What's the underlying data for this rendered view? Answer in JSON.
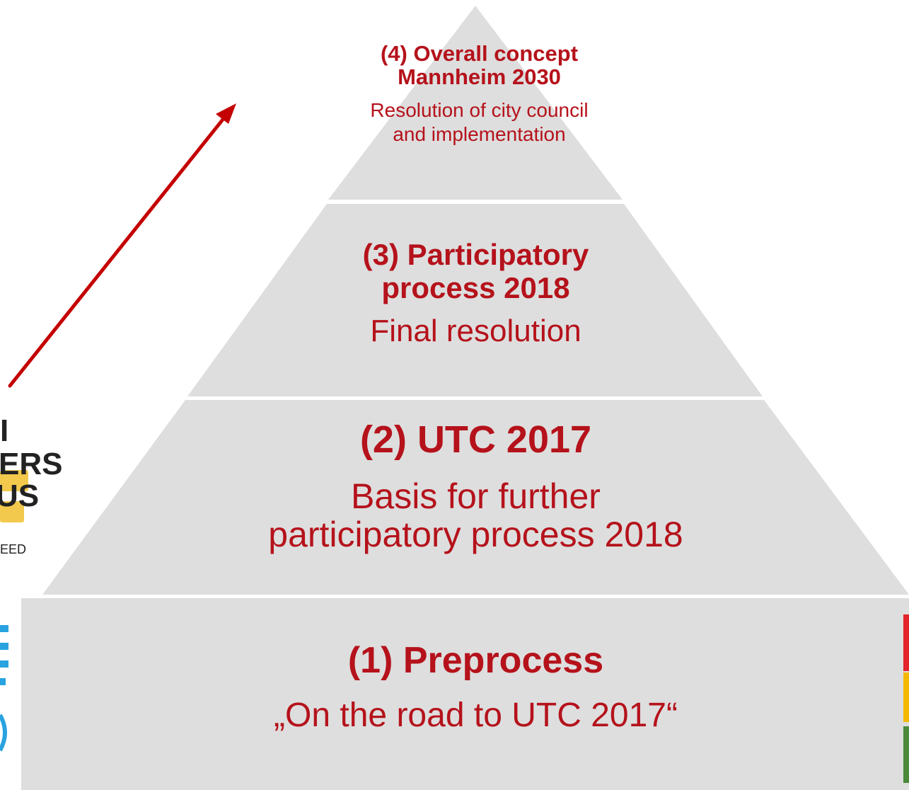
{
  "levels": [
    {
      "id": "level-4",
      "title": "(4) Overall concept\nMannheim 2030",
      "subtitle": "Resolution of city council\nand implementation"
    },
    {
      "id": "level-3",
      "title": "(3) Participatory\nprocess 2018",
      "subtitle": "Final resolution"
    },
    {
      "id": "level-2",
      "title": "(2) UTC 2017",
      "subtitle": "Basis for further\nparticipatory process 2018"
    },
    {
      "id": "level-1",
      "title": "(1) Preprocess",
      "subtitle": "„On the road to UTC 2017“"
    }
  ],
  "logo_fragments": {
    "line1": "I",
    "line2": "ERS",
    "line3": "US",
    "line4": "EED"
  },
  "colors": {
    "pyramid_fill": "#dedede",
    "separator": "#ffffff",
    "text_red": "#b5121b",
    "arrow_red": "#c40000",
    "logo_yellow": "#f2c94c",
    "logo_pink": "#e85a8a",
    "logo_blue": "#29a3e0",
    "bar_red": "#e3252b",
    "bar_yellow": "#f5b800",
    "bar_green": "#4a8a3a"
  },
  "icons": [
    "arrow-up-right-icon"
  ]
}
